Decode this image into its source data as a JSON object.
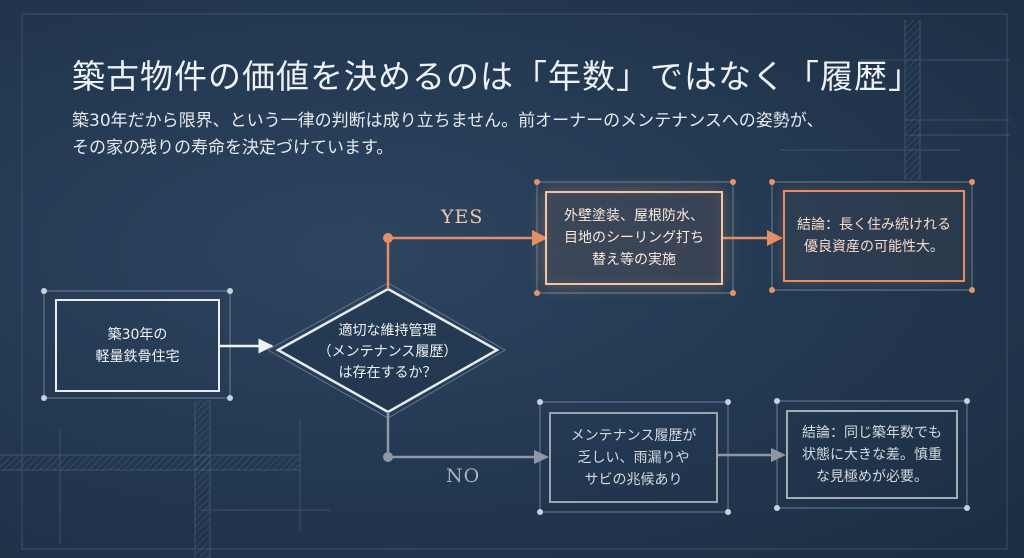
{
  "title": "築古物件の価値を決めるのは「年数」ではなく「履歴」",
  "subtitle": {
    "line1": "築30年だから限界、という一律の判断は成り立ちません。前オーナーのメンテナンスへの姿勢が、",
    "line2": "その家の残りの寿命を決定づけています。"
  },
  "flow": {
    "start": {
      "line1": "築30年の",
      "line2": "軽量鉄骨住宅"
    },
    "decision": {
      "line1": "適切な維持管理",
      "line2": "（メンテナンス履歴）",
      "line3": "は存在するか？"
    },
    "yes_label": "YES",
    "no_label": "NO",
    "yes_action": {
      "line1": "外壁塗装、屋根防水、",
      "line2": "目地のシーリング打ち",
      "line3": "替え等の実施"
    },
    "yes_result": {
      "line1": "結論：長く住み続けれる",
      "line2": "優良資産の可能性大。"
    },
    "no_action": {
      "line1": "メンテナンス履歴が",
      "line2": "乏しい、雨漏りや",
      "line3": "サビの兆候あり"
    },
    "no_result": {
      "line1": "結論：同じ築年数でも",
      "line2": "状態に大きな差。慎重",
      "line3": "な見極めが必要。"
    }
  },
  "colors": {
    "background": "#243a53",
    "yes_accent": "#e58e64",
    "no_accent": "#9aa3ae",
    "text": "#eef1f5"
  }
}
